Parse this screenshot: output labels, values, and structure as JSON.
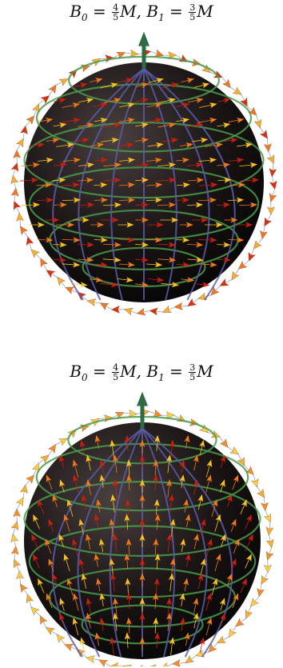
{
  "panels": [
    {
      "title": {
        "lhs0": "B",
        "sub0": "0",
        "num0": "4",
        "den0": "5",
        "var0": "M",
        "sep": ", ",
        "lhs1": "B",
        "sub1": "1",
        "num1": "3",
        "den1": "5",
        "var1": "M"
      },
      "field_direction": "east",
      "ring_colors": [
        "#d83010",
        "#f07820",
        "#f8b030"
      ]
    },
    {
      "title": {
        "lhs0": "B",
        "sub0": "0",
        "num0": "4",
        "den0": "5",
        "var0": "M",
        "sep": ", ",
        "lhs1": "B",
        "sub1": "1",
        "num1": "3",
        "den1": "5",
        "var1": "M"
      },
      "field_direction": "north",
      "ring_colors": [
        "#f8b030",
        "#f09028",
        "#fcd040"
      ]
    }
  ],
  "colors": {
    "sphere": "#1c1616",
    "latitude_lines": "#4a9a4a",
    "longitude_lines": "#5a5aa8",
    "axis_arrow": "#2e6a44",
    "arrow_hot": "#c81e10",
    "arrow_mid": "#f07818",
    "arrow_cool": "#f8c020"
  },
  "icons": [
    "sphere",
    "axis-arrow",
    "vector-field-arrow"
  ]
}
